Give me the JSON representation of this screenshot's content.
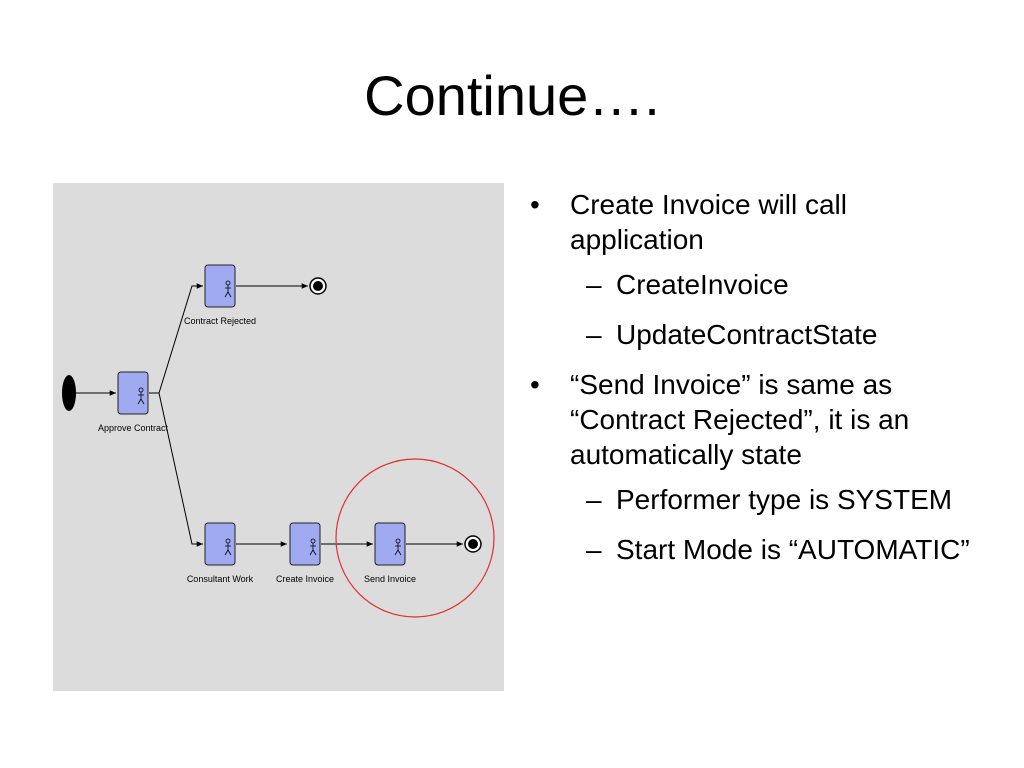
{
  "slide": {
    "title": "Continue…."
  },
  "diagram": {
    "nodes": [
      {
        "id": "approve",
        "label": "Approve Contract"
      },
      {
        "id": "rejected",
        "label": "Contract Rejected"
      },
      {
        "id": "consultant",
        "label": "Consultant Work"
      },
      {
        "id": "create",
        "label": "Create Invoice"
      },
      {
        "id": "send",
        "label": "Send Invoice"
      }
    ],
    "highlight_color": "#e03030",
    "node_color": "#a0aaf0"
  },
  "bullets": [
    {
      "text": "Create Invoice will call application",
      "sub": [
        "CreateInvoice",
        "UpdateContractState"
      ]
    },
    {
      "text": "“Send Invoice” is same as “Contract Rejected”, it is an automatically state",
      "sub": [
        "Performer type is SYSTEM",
        "Start Mode is “AUTOMATIC”"
      ]
    }
  ],
  "markers": {
    "bullet": "•",
    "dash": "–"
  }
}
